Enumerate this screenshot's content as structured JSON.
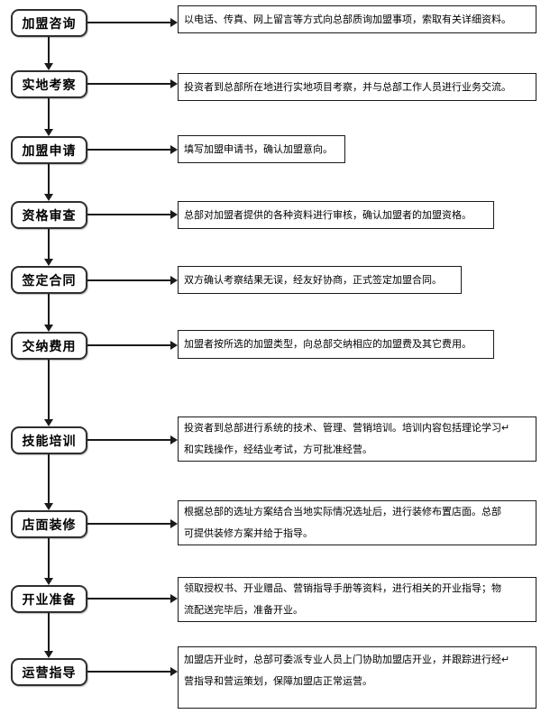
{
  "colors": {
    "background": "#ffffff",
    "step_box_border": "#2f2f2f",
    "description_box_border": "#1a1a1a",
    "arrow": "#1a1a1a",
    "text": "#000000"
  },
  "icons": {
    "down_arrow": "down-arrow-icon",
    "right_arrow": "right-arrow-icon"
  },
  "flow": {
    "steps": [
      {
        "label": "加盟咨询",
        "description": "以电话、传真、网上留言等方式向总部质询加盟事项，索取有关详细资料。"
      },
      {
        "label": "实地考察",
        "description": "投资者到总部所在地进行实地项目考察，并与总部工作人员进行业务交流。"
      },
      {
        "label": "加盟申请",
        "description": "填写加盟申请书，确认加盟意向。"
      },
      {
        "label": "资格审查",
        "description": "总部对加盟者提供的各种资料进行审核，确认加盟者的加盟资格。"
      },
      {
        "label": "签定合同",
        "description": "双方确认考察结果无误，经友好协商，正式签定加盟合同。"
      },
      {
        "label": "交纳费用",
        "description": "加盟者按所选的加盟类型，向总部交纳相应的加盟费及其它费用。"
      },
      {
        "label": "技能培训",
        "description": "投资者到总部进行系统的技术、管理、营销培训。培训内容包括理论学习↵\n和实践操作，经结业考试，方可批准经营。"
      },
      {
        "label": "店面装修",
        "description": "根据总部的选址方案结合当地实际情况选址后，进行装修布置店面。总部\n可提供装修方案并给于指导。"
      },
      {
        "label": "开业准备",
        "description": "领取授权书、开业赠品、营销指导手册等资料，进行相关的开业指导；物\n流配送完毕后，准备开业。"
      },
      {
        "label": "运营指导",
        "description": "加盟店开业时，总部可委派专业人员上门协助加盟店开业，并跟踪进行经↵\n营指导和营运策划，保障加盟店正常运营。"
      }
    ]
  }
}
